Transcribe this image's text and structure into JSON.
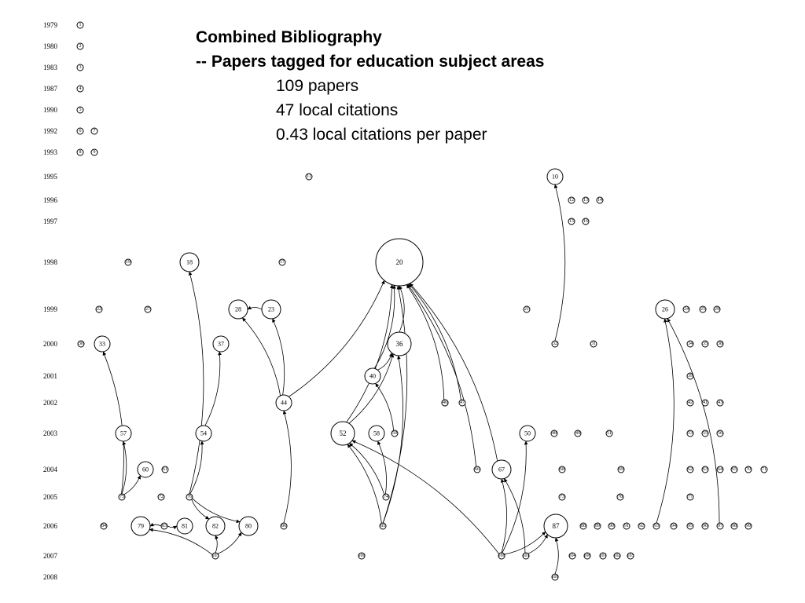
{
  "title": {
    "line1": "Combined Bibliography",
    "line2": "-- Papers tagged for education subject areas",
    "stats": [
      "109 papers",
      "47 local citations",
      "0.43 local citations per paper"
    ]
  },
  "years": [
    "1979",
    "1980",
    "1983",
    "1987",
    "1990",
    "1992",
    "1993",
    "1995",
    "1996",
    "1997",
    "1998",
    "1999",
    "2000",
    "2001",
    "2002",
    "2003",
    "2004",
    "2005",
    "2006",
    "2007",
    "2008"
  ],
  "nodes": [
    {
      "id": "1",
      "label": "1",
      "year": "1979",
      "size": "dot"
    },
    {
      "id": "2",
      "label": "2",
      "year": "1980",
      "size": "dot"
    },
    {
      "id": "3",
      "label": "3",
      "year": "1983",
      "size": "dot"
    },
    {
      "id": "4",
      "label": "4",
      "year": "1987",
      "size": "dot"
    },
    {
      "id": "5",
      "label": "5",
      "year": "1990",
      "size": "dot"
    },
    {
      "id": "6",
      "label": "6",
      "year": "1992",
      "size": "dot"
    },
    {
      "id": "7",
      "label": "7",
      "year": "1992",
      "size": "dot"
    },
    {
      "id": "8",
      "label": "8",
      "year": "1993",
      "size": "dot"
    },
    {
      "id": "9",
      "label": "9",
      "year": "1993",
      "size": "dot"
    },
    {
      "id": "10",
      "label": "10",
      "year": "1995",
      "size": "small"
    },
    {
      "id": "11",
      "label": "11",
      "year": "1995",
      "size": "dot"
    },
    {
      "id": "12",
      "label": "12",
      "year": "1996",
      "size": "dot"
    },
    {
      "id": "13",
      "label": "13",
      "year": "1996",
      "size": "dot"
    },
    {
      "id": "14",
      "label": "14",
      "year": "1996",
      "size": "dot"
    },
    {
      "id": "15",
      "label": "15",
      "year": "1997",
      "size": "dot"
    },
    {
      "id": "16",
      "label": "16",
      "year": "1997",
      "size": "dot"
    },
    {
      "id": "17",
      "label": "17",
      "year": "1998",
      "size": "dot"
    },
    {
      "id": "18",
      "label": "18",
      "year": "1998",
      "size": "medium"
    },
    {
      "id": "19",
      "label": "19",
      "year": "1998",
      "size": "dot"
    },
    {
      "id": "20",
      "label": "20",
      "year": "1998",
      "size": "xlarge"
    },
    {
      "id": "21",
      "label": "21",
      "year": "1999",
      "size": "dot"
    },
    {
      "id": "22",
      "label": "22",
      "year": "1999",
      "size": "dot"
    },
    {
      "id": "23",
      "label": "23",
      "year": "1999",
      "size": "medium"
    },
    {
      "id": "24",
      "label": "24",
      "year": "1999",
      "size": "dot"
    },
    {
      "id": "25",
      "label": "25",
      "year": "1999",
      "size": "dot"
    },
    {
      "id": "26",
      "label": "26",
      "year": "1999",
      "size": "medium"
    },
    {
      "id": "27",
      "label": "27",
      "year": "1999",
      "size": "dot"
    },
    {
      "id": "28",
      "label": "28",
      "year": "1999",
      "size": "medium"
    },
    {
      "id": "29",
      "label": "29",
      "year": "1999",
      "size": "dot"
    },
    {
      "id": "30",
      "label": "30",
      "year": "2000",
      "size": "dot"
    },
    {
      "id": "31",
      "label": "31",
      "year": "2000",
      "size": "dot"
    },
    {
      "id": "32",
      "label": "32",
      "year": "2000",
      "size": "dot"
    },
    {
      "id": "33",
      "label": "33",
      "year": "2000",
      "size": "small"
    },
    {
      "id": "34",
      "label": "34",
      "year": "2000",
      "size": "dot"
    },
    {
      "id": "35",
      "label": "35",
      "year": "2000",
      "size": "dot"
    },
    {
      "id": "36",
      "label": "36",
      "year": "2000",
      "size": "large"
    },
    {
      "id": "37",
      "label": "37",
      "year": "2000",
      "size": "small"
    },
    {
      "id": "38",
      "label": "38",
      "year": "2000",
      "size": "dot"
    },
    {
      "id": "39",
      "label": "39",
      "year": "2001",
      "size": "dot"
    },
    {
      "id": "40",
      "label": "40",
      "year": "2001",
      "size": "small"
    },
    {
      "id": "41",
      "label": "41",
      "year": "2002",
      "size": "dot"
    },
    {
      "id": "42",
      "label": "42",
      "year": "2002",
      "size": "dot"
    },
    {
      "id": "43",
      "label": "43",
      "year": "2002",
      "size": "dot"
    },
    {
      "id": "44",
      "label": "44",
      "year": "2002",
      "size": "small"
    },
    {
      "id": "45",
      "label": "45",
      "year": "2002",
      "size": "dot"
    },
    {
      "id": "46",
      "label": "46",
      "year": "2002",
      "size": "dot"
    },
    {
      "id": "47",
      "label": "47",
      "year": "2002",
      "size": "dot"
    },
    {
      "id": "48",
      "label": "48",
      "year": "2003",
      "size": "dot"
    },
    {
      "id": "49",
      "label": "49",
      "year": "2003",
      "size": "dot"
    },
    {
      "id": "50",
      "label": "50",
      "year": "2003",
      "size": "small"
    },
    {
      "id": "51",
      "label": "51",
      "year": "2003",
      "size": "dot"
    },
    {
      "id": "52",
      "label": "52",
      "year": "2003",
      "size": "large"
    },
    {
      "id": "53",
      "label": "53",
      "year": "2003",
      "size": "dot"
    },
    {
      "id": "54",
      "label": "54",
      "year": "2003",
      "size": "small"
    },
    {
      "id": "55",
      "label": "55",
      "year": "2003",
      "size": "dot"
    },
    {
      "id": "56",
      "label": "56",
      "year": "2003",
      "size": "dot"
    },
    {
      "id": "57",
      "label": "57",
      "year": "2003",
      "size": "small"
    },
    {
      "id": "58",
      "label": "58",
      "year": "2003",
      "size": "small"
    },
    {
      "id": "59",
      "label": "59",
      "year": "2003",
      "size": "dot"
    },
    {
      "id": "60",
      "label": "60",
      "year": "2004",
      "size": "small"
    },
    {
      "id": "61",
      "label": "61",
      "year": "2004",
      "size": "dot"
    },
    {
      "id": "62",
      "label": "62",
      "year": "2004",
      "size": "dot"
    },
    {
      "id": "63",
      "label": "63",
      "year": "2004",
      "size": "dot"
    },
    {
      "id": "64",
      "label": "64",
      "year": "2004",
      "size": "dot"
    },
    {
      "id": "65",
      "label": "65",
      "year": "2004",
      "size": "dot"
    },
    {
      "id": "66",
      "label": "66",
      "year": "2004",
      "size": "dot"
    },
    {
      "id": "67",
      "label": "67",
      "year": "2004",
      "size": "medium"
    },
    {
      "id": "68",
      "label": "68",
      "year": "2004",
      "size": "dot"
    },
    {
      "id": "69",
      "label": "69",
      "year": "2004",
      "size": "dot"
    },
    {
      "id": "70",
      "label": "70",
      "year": "2004",
      "size": "dot"
    },
    {
      "id": "71",
      "label": "71",
      "year": "2004",
      "size": "dot"
    },
    {
      "id": "72",
      "label": "72",
      "year": "2005",
      "size": "dot"
    },
    {
      "id": "73",
      "label": "73",
      "year": "2005",
      "size": "dot"
    },
    {
      "id": "74",
      "label": "74",
      "year": "2005",
      "size": "dot"
    },
    {
      "id": "75",
      "label": "75",
      "year": "2005",
      "size": "dot"
    },
    {
      "id": "76",
      "label": "76",
      "year": "2005",
      "size": "dot"
    },
    {
      "id": "77",
      "label": "77",
      "year": "2005",
      "size": "dot"
    },
    {
      "id": "78",
      "label": "78",
      "year": "2005",
      "size": "dot"
    },
    {
      "id": "79",
      "label": "79",
      "year": "2006",
      "size": "medium"
    },
    {
      "id": "80",
      "label": "80",
      "year": "2006",
      "size": "medium"
    },
    {
      "id": "81",
      "label": "81",
      "year": "2006",
      "size": "small"
    },
    {
      "id": "82",
      "label": "82",
      "year": "2006",
      "size": "medium"
    },
    {
      "id": "83",
      "label": "83",
      "year": "2006",
      "size": "dot"
    },
    {
      "id": "84",
      "label": "84",
      "year": "2006",
      "size": "dot"
    },
    {
      "id": "85",
      "label": "85",
      "year": "2006",
      "size": "dot"
    },
    {
      "id": "86",
      "label": "86",
      "year": "2006",
      "size": "dot"
    },
    {
      "id": "87",
      "label": "87",
      "year": "2006",
      "size": "large"
    },
    {
      "id": "88",
      "label": "88",
      "year": "2006",
      "size": "dot"
    },
    {
      "id": "89",
      "label": "89",
      "year": "2006",
      "size": "dot"
    },
    {
      "id": "90",
      "label": "90",
      "year": "2006",
      "size": "dot"
    },
    {
      "id": "91",
      "label": "91",
      "year": "2006",
      "size": "dot"
    },
    {
      "id": "92",
      "label": "92",
      "year": "2006",
      "size": "dot"
    },
    {
      "id": "93",
      "label": "93",
      "year": "2006",
      "size": "dot"
    },
    {
      "id": "94",
      "label": "94",
      "year": "2006",
      "size": "dot"
    },
    {
      "id": "95",
      "label": "95",
      "year": "2006",
      "size": "dot"
    },
    {
      "id": "96",
      "label": "96",
      "year": "2006",
      "size": "dot"
    },
    {
      "id": "97",
      "label": "97",
      "year": "2006",
      "size": "dot"
    },
    {
      "id": "98",
      "label": "98",
      "year": "2006",
      "size": "dot"
    },
    {
      "id": "99",
      "label": "99",
      "year": "2006",
      "size": "dot"
    },
    {
      "id": "100",
      "label": "100",
      "year": "2007",
      "size": "dot"
    },
    {
      "id": "101",
      "label": "101",
      "year": "2007",
      "size": "dot"
    },
    {
      "id": "102",
      "label": "102",
      "year": "2007",
      "size": "dot"
    },
    {
      "id": "103",
      "label": "103",
      "year": "2007",
      "size": "dot"
    },
    {
      "id": "104",
      "label": "104",
      "year": "2007",
      "size": "dot"
    },
    {
      "id": "105",
      "label": "105",
      "year": "2007",
      "size": "dot"
    },
    {
      "id": "106",
      "label": "106",
      "year": "2007",
      "size": "dot"
    },
    {
      "id": "107",
      "label": "107",
      "year": "2007",
      "size": "dot"
    },
    {
      "id": "108",
      "label": "108",
      "year": "2007",
      "size": "dot"
    },
    {
      "id": "109",
      "label": "109",
      "year": "2008",
      "size": "dot"
    }
  ],
  "edges": [
    {
      "from": "33",
      "to": "75"
    },
    {
      "from": "57",
      "to": "75"
    },
    {
      "from": "60",
      "to": "75"
    },
    {
      "from": "18",
      "to": "76"
    },
    {
      "from": "54",
      "to": "76"
    },
    {
      "from": "37",
      "to": "54"
    },
    {
      "from": "82",
      "to": "76"
    },
    {
      "from": "80",
      "to": "76"
    },
    {
      "from": "79",
      "to": "83"
    },
    {
      "from": "81",
      "to": "83"
    },
    {
      "from": "79",
      "to": "103"
    },
    {
      "from": "82",
      "to": "103"
    },
    {
      "from": "80",
      "to": "103"
    },
    {
      "from": "28",
      "to": "23"
    },
    {
      "from": "28",
      "to": "44"
    },
    {
      "from": "23",
      "to": "44"
    },
    {
      "from": "20",
      "to": "44"
    },
    {
      "from": "44",
      "to": "86"
    },
    {
      "from": "20",
      "to": "52"
    },
    {
      "from": "20",
      "to": "40"
    },
    {
      "from": "20",
      "to": "36"
    },
    {
      "from": "20",
      "to": "85"
    },
    {
      "from": "20",
      "to": "46"
    },
    {
      "from": "20",
      "to": "47"
    },
    {
      "from": "20",
      "to": "66"
    },
    {
      "from": "20",
      "to": "67"
    },
    {
      "from": "36",
      "to": "40"
    },
    {
      "from": "36",
      "to": "52"
    },
    {
      "from": "36",
      "to": "85"
    },
    {
      "from": "40",
      "to": "59"
    },
    {
      "from": "52",
      "to": "74"
    },
    {
      "from": "52",
      "to": "85"
    },
    {
      "from": "52",
      "to": "106"
    },
    {
      "from": "58",
      "to": "74"
    },
    {
      "from": "67",
      "to": "101"
    },
    {
      "from": "67",
      "to": "106"
    },
    {
      "from": "50",
      "to": "106"
    },
    {
      "from": "87",
      "to": "106"
    },
    {
      "from": "87",
      "to": "101"
    },
    {
      "from": "87",
      "to": "109"
    },
    {
      "from": "10",
      "to": "32"
    },
    {
      "from": "26",
      "to": "93"
    },
    {
      "from": "26",
      "to": "97"
    }
  ]
}
